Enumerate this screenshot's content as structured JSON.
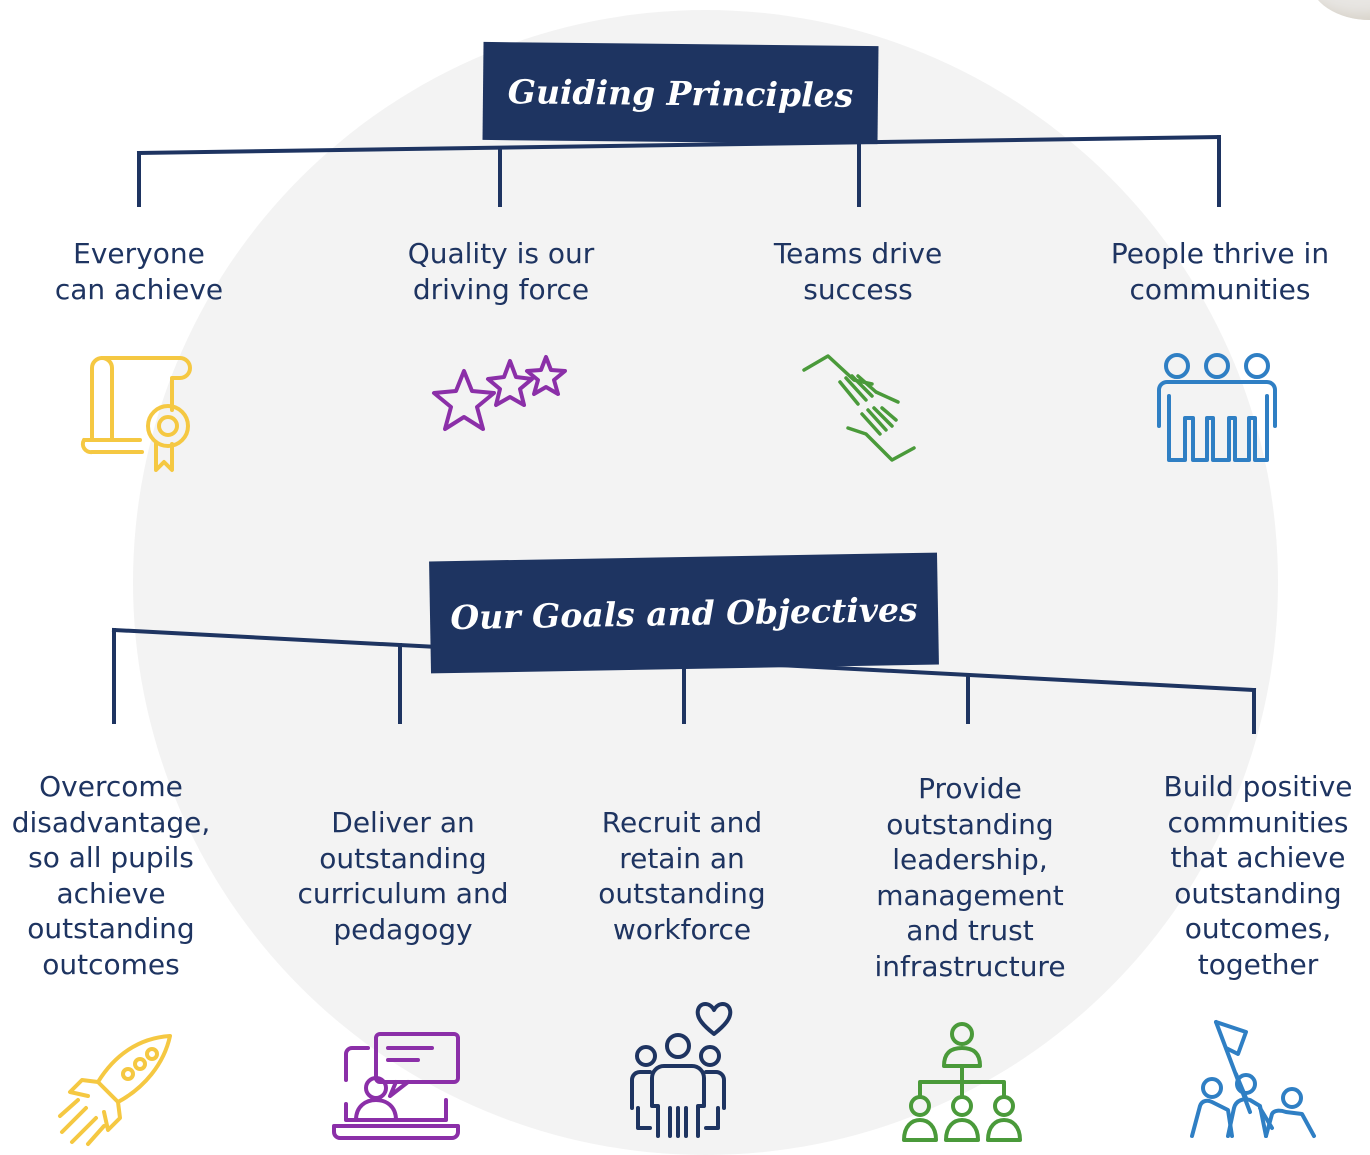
{
  "guiding_principles": {
    "title": "Guiding Principles",
    "items": [
      {
        "line1": "Everyone",
        "line2": "can achieve",
        "icon": "certificate-scroll-icon",
        "color": "#f5c842"
      },
      {
        "line1": "Quality is our",
        "line2": "driving force",
        "icon": "stars-icon",
        "color": "#8b2fa8"
      },
      {
        "line1": "Teams drive",
        "line2": "success",
        "icon": "helping-hands-icon",
        "color": "#4a9a3a"
      },
      {
        "line1": "People thrive in",
        "line2": "communities",
        "icon": "community-group-icon",
        "color": "#2f7fc4"
      }
    ]
  },
  "goals": {
    "title": "Our Goals and Objectives",
    "items": [
      {
        "lines": [
          "Overcome",
          "disadvantage,",
          "so all pupils",
          "achieve",
          "outstanding",
          "outcomes"
        ],
        "icon": "rocket-icon",
        "color": "#f5c842"
      },
      {
        "lines": [
          "Deliver an",
          "outstanding",
          "curriculum and",
          "pedagogy"
        ],
        "icon": "online-teaching-icon",
        "color": "#8b2fa8"
      },
      {
        "lines": [
          "Recruit and",
          "retain an",
          "outstanding",
          "workforce"
        ],
        "icon": "team-heart-icon",
        "color": "#1e3461"
      },
      {
        "lines": [
          "Provide",
          "outstanding",
          "leadership,",
          "management",
          "and trust",
          "infrastructure"
        ],
        "icon": "org-chart-icon",
        "color": "#4a9a3a"
      },
      {
        "lines": [
          "Build positive",
          "communities",
          "that achieve",
          "outstanding",
          "outcomes,",
          "together"
        ],
        "icon": "flag-team-icon",
        "color": "#2f7fc4"
      }
    ]
  },
  "colors": {
    "navy": "#1e3461",
    "background_circle": "#f3f3f3"
  }
}
